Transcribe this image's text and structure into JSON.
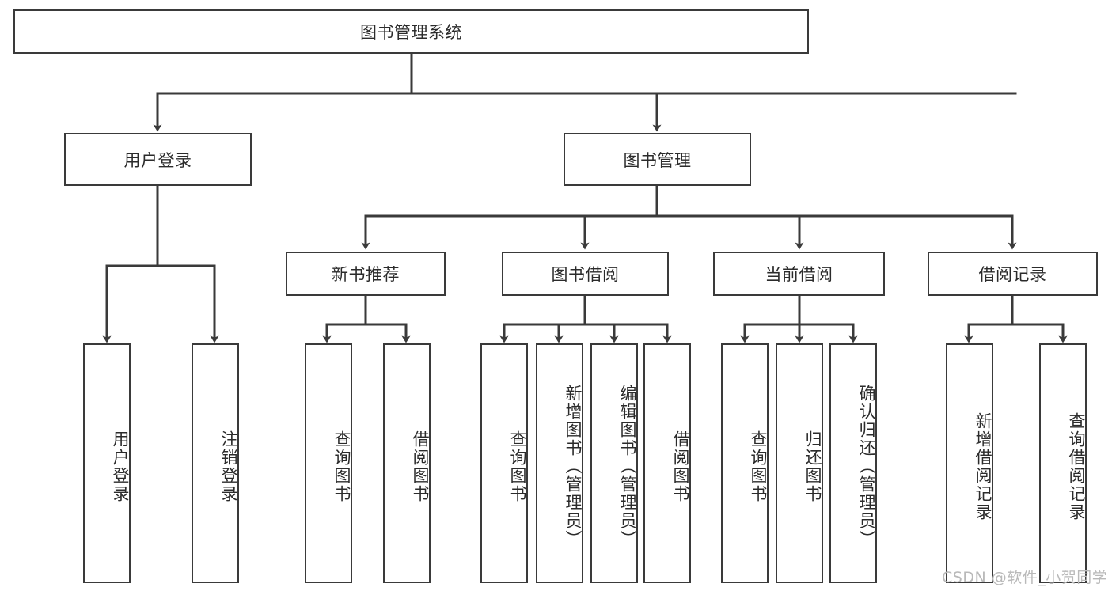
{
  "diagram": {
    "type": "tree",
    "title": "图书管理系统",
    "orientation": "top-down",
    "root": {
      "label": "图书管理系统"
    },
    "level2": [
      {
        "label": "用户登录"
      },
      {
        "label": "图书管理"
      }
    ],
    "level3": [
      {
        "label": "新书推荐"
      },
      {
        "label": "图书借阅"
      },
      {
        "label": "当前借阅"
      },
      {
        "label": "借阅记录"
      }
    ],
    "leaves": {
      "user_login": [
        {
          "label": "用户登录"
        },
        {
          "label": "注销登录"
        }
      ],
      "new_book_recommend": [
        {
          "label": "查询图书"
        },
        {
          "label": "借阅图书"
        }
      ],
      "book_borrow": [
        {
          "label": "查询图书"
        },
        {
          "label": "新增图书（管理员）"
        },
        {
          "label": "编辑图书（管理员）"
        },
        {
          "label": "借阅图书"
        }
      ],
      "current_borrow": [
        {
          "label": "查询图书"
        },
        {
          "label": "归还图书"
        },
        {
          "label": "确认归还（管理员）"
        }
      ],
      "borrow_record": [
        {
          "label": "新增借阅记录"
        },
        {
          "label": "查询借阅记录"
        }
      ]
    },
    "watermark": "CSDN @软件_小贺同学",
    "colors": {
      "stroke": "#3a3a3a",
      "fill": "#ffffff",
      "text": "#2b2b2b",
      "watermark": "#b9b9b9"
    }
  }
}
